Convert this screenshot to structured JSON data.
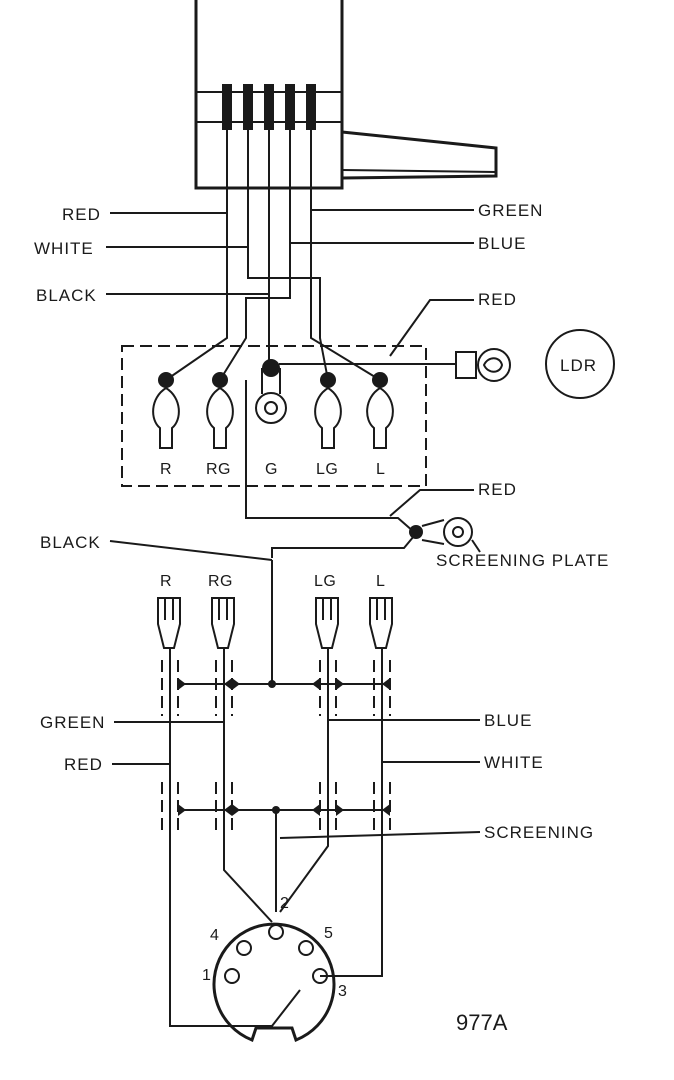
{
  "labels": {
    "red_top": "RED",
    "white_top": "WHITE",
    "black_top": "BLACK",
    "green_top": "GREEN",
    "blue_top": "BLUE",
    "red_lamp": "RED",
    "ldr": "LDR",
    "red_screen": "RED",
    "black_mid": "BLACK",
    "screening_plate": "SCREENING PLATE",
    "green_bottom": "GREEN",
    "red_bottom": "RED",
    "blue_bottom": "BLUE",
    "white_bottom": "WHITE",
    "screening": "SCREENING",
    "figure_id": "977A"
  },
  "terminals": [
    "R",
    "RG",
    "G",
    "LG",
    "L"
  ],
  "connectors": [
    "R",
    "RG",
    "LG",
    "L"
  ],
  "din_pins": [
    "1",
    "2",
    "3",
    "4",
    "5"
  ]
}
